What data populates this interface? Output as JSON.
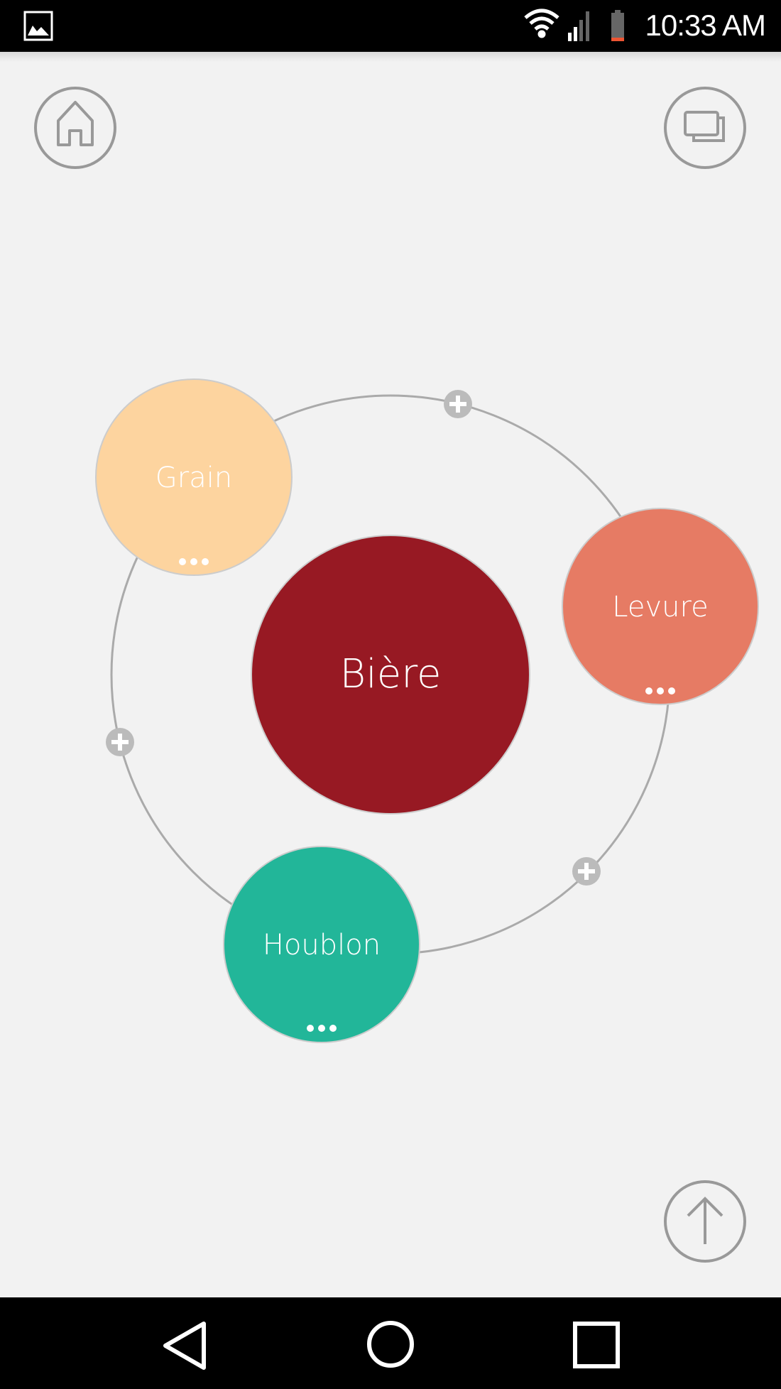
{
  "status_bar": {
    "time": "10:33 AM",
    "icons": [
      "gallery-notification-icon",
      "wifi-icon",
      "signal-icon",
      "battery-icon"
    ]
  },
  "toolbar": {
    "home_icon": "home-icon",
    "copy_icon": "copy-windows-icon",
    "upload_icon": "arrow-up-icon"
  },
  "mindmap": {
    "center": {
      "label": "Bière",
      "color": "#971923"
    },
    "nodes": [
      {
        "label": "Grain",
        "color": "#fdd49f",
        "more": "more-dots-icon"
      },
      {
        "label": "Levure",
        "color": "#e67b64",
        "more": "more-dots-icon"
      },
      {
        "label": "Houblon",
        "color": "#22b699",
        "more": "more-dots-icon"
      }
    ],
    "add_icon": "plus-icon"
  },
  "nav_bar": {
    "icons": [
      "back-icon",
      "home-circle-icon",
      "recents-icon"
    ]
  }
}
